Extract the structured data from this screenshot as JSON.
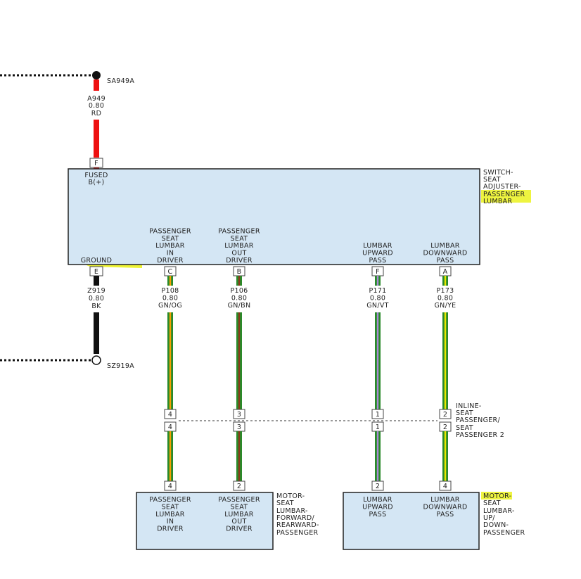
{
  "splice_top": "SA949A",
  "splice_bottom": "SZ919A",
  "wire_fused": [
    "A949",
    "0.80",
    "RD"
  ],
  "wire_ground": [
    "Z919",
    "0.80",
    "BK"
  ],
  "switch": {
    "name": [
      "SWITCH-",
      "SEAT",
      "ADJUSTER-",
      "PASSENGER",
      "LUMBAR"
    ],
    "fused": [
      "FUSED",
      "B(+)"
    ],
    "ground": "GROUND",
    "pin_f": "F",
    "pin_e": "E",
    "outputs": [
      {
        "label": [
          "PASSENGER",
          "SEAT",
          "LUMBAR",
          "IN",
          "DRIVER"
        ],
        "pin": "C",
        "wire": [
          "P108",
          "0.80",
          "GN/OG"
        ],
        "inline_pin": "4",
        "motor_pin": "4"
      },
      {
        "label": [
          "PASSENGER",
          "SEAT",
          "LUMBAR",
          "OUT",
          "DRIVER"
        ],
        "pin": "B",
        "wire": [
          "P106",
          "0.80",
          "GN/BN"
        ],
        "inline_pin": "3",
        "motor_pin": "2"
      },
      {
        "label": [
          "LUMBAR",
          "UPWARD",
          "PASS"
        ],
        "pin": "F",
        "wire": [
          "P171",
          "0.80",
          "GN/VT"
        ],
        "inline_pin": "1",
        "motor_pin": "2"
      },
      {
        "label": [
          "LUMBAR",
          "DOWNWARD",
          "PASS"
        ],
        "pin": "A",
        "wire": [
          "P173",
          "0.80",
          "GN/YE"
        ],
        "inline_pin": "2",
        "motor_pin": "4"
      }
    ]
  },
  "inline": {
    "name": [
      "INLINE-",
      "SEAT",
      "PASSENGER/",
      "SEAT",
      "PASSENGER 2"
    ]
  },
  "motor1": {
    "name": [
      "MOTOR-",
      "SEAT",
      "LUMBAR-",
      "FORWARD/",
      "REARWARD-",
      "PASSENGER"
    ],
    "labels": [
      [
        "PASSENGER",
        "SEAT",
        "LUMBAR",
        "IN",
        "DRIVER"
      ],
      [
        "PASSENGER",
        "SEAT",
        "LUMBAR",
        "OUT",
        "DRIVER"
      ]
    ]
  },
  "motor2": {
    "name": [
      "MOTOR-",
      "SEAT",
      "LUMBAR-",
      "UP/",
      "DOWN-",
      "PASSENGER"
    ],
    "labels": [
      [
        "LUMBAR",
        "UPWARD",
        "PASS"
      ],
      [
        "LUMBAR",
        "DOWNWARD",
        "PASS"
      ]
    ]
  },
  "colors": {
    "box_fill": "#d4e6f4",
    "red": "#ee1111",
    "black": "#111111",
    "green": "#2a8a2a",
    "orange": "#f5a000",
    "brown": "#8b3a1a",
    "violet": "#a98bd6",
    "yellow": "#e8e800",
    "highlight": "#e8f000"
  }
}
